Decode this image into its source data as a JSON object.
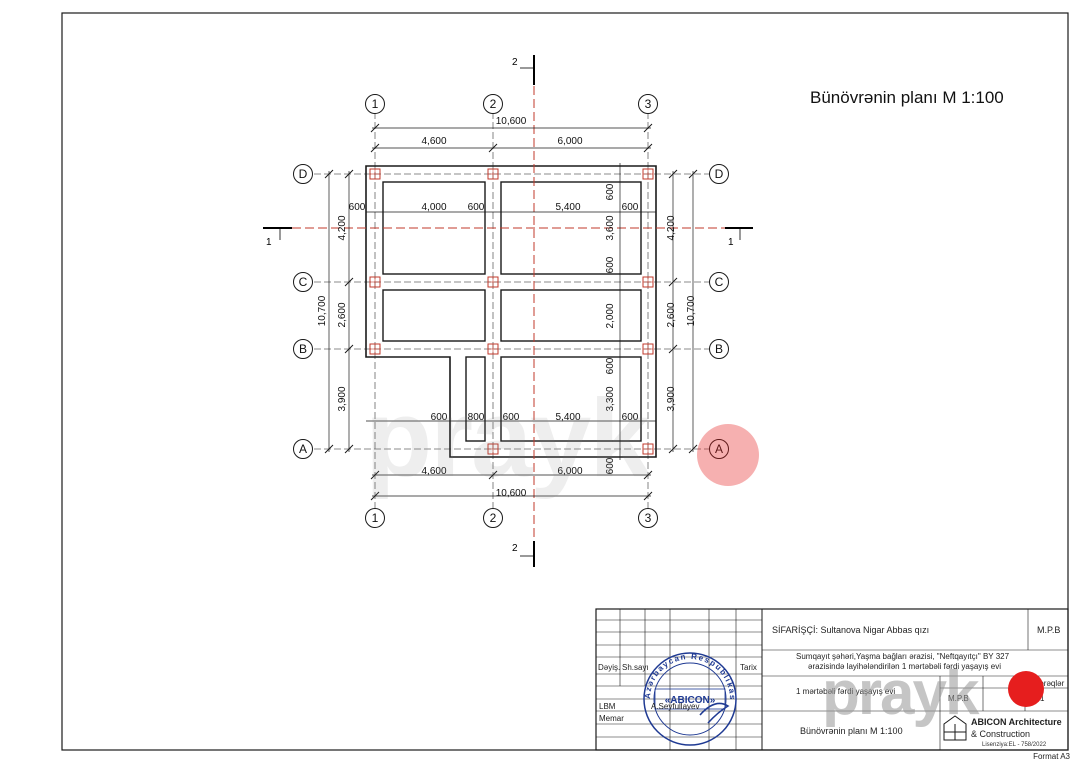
{
  "plan": {
    "title": "Bünövrənin planı M 1:100",
    "format": "Format A3",
    "axes": {
      "columns": [
        "1",
        "2",
        "3"
      ],
      "rows": [
        "D",
        "C",
        "B",
        "A"
      ]
    },
    "section_marks": {
      "vertical": "2",
      "horizontal": "1"
    },
    "dims": {
      "top_total": "10,600",
      "top_left": "4,600",
      "top_right": "6,000",
      "bottom_total": "10,600",
      "bottom_left": "4,600",
      "bottom_right": "6,000",
      "left_total": "10,700",
      "right_total": "10,700",
      "left_dc": "4,200",
      "left_cb": "2,600",
      "left_ba": "3,900",
      "right_dc": "4,200",
      "right_cb": "2,600",
      "right_ba": "3,900",
      "r1_w1": "600",
      "r1_room1": "4,000",
      "r1_w2": "600",
      "r1_room2": "5,400",
      "r1_w3": "600",
      "v_top": "600",
      "v_room1": "3,600",
      "v_mid1": "600",
      "v_room2": "2,000",
      "v_mid2": "600",
      "v_room3": "3,300",
      "v_bottom": "600",
      "r3_w1": "600",
      "r3_narrow": "800",
      "r3_w2": "600",
      "r3_room": "5,400",
      "r3_w3": "600"
    }
  },
  "title_block": {
    "client": "SİFARİŞÇİ: Sultanova Nigar Abbas qızı",
    "stage": "M.P.B",
    "address_line1": "Sumqayıt şəhəri,Yaşma bağları ərazisi, \"Neftqayıtçı\" BY 327",
    "address_line2": "ərazisində layihələndirilən 1 mərtəbəli fərdi yaşayış evi",
    "col_labels": [
      "Dəyiş.",
      "Sh.sayı",
      "Tarix"
    ],
    "roles": [
      "LBM",
      "Memar"
    ],
    "person": "A.Seyfullayev",
    "building_short": "1 mərtəbəli fərdi yaşayış evi",
    "sheet_header": "Vərəqlər",
    "sheet_code": "M.P.B",
    "sheet_no": "1",
    "sheet_title": "Bünövrənin planı M 1:100",
    "company_line1": "ABICON Architecture",
    "company_line2": "& Construction",
    "license": "Lisenziya:EL - 758/2022",
    "stamp_center": "«ABICON»",
    "stamp_ring": "Azərbaycan Respublikası"
  },
  "watermark": {
    "text": "prayk",
    "dot_color": "#e61e1e"
  },
  "colors": {
    "line": "#1a1a1a",
    "axis_dash": "#666666",
    "section_line": "#c0392b",
    "column_mark": "#c0392b",
    "stamp": "#1f3a93"
  }
}
